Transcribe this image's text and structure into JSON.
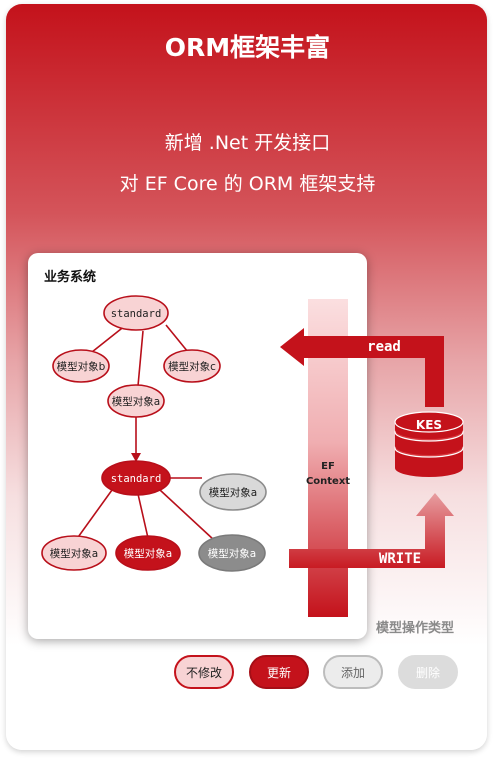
{
  "title": "ORM框架丰富",
  "subtitle_line1": "新增 .Net 开发接口",
  "subtitle_line2": "对 EF Core 的 ORM 框架支持",
  "panel_title": "业务系统",
  "tree": {
    "top_root": "standard",
    "model_b": "模型对象b",
    "model_c": "模型对象c",
    "model_a_mid": "模型对象a",
    "bottom_root": "standard",
    "gray_right": "模型对象a",
    "bottom_left": "模型对象a",
    "bottom_red": "模型对象a",
    "bottom_gray": "模型对象a"
  },
  "ef_context_line1": "EF",
  "ef_context_line2": "Context",
  "read_label": "read",
  "write_label": "WRITE",
  "kes_label": "KES",
  "legend": {
    "title": "模型操作类型",
    "unchanged": "不修改",
    "update": "更新",
    "add": "添加",
    "delete": "删除"
  },
  "colors": {
    "brand_red": "#c4121b",
    "dark_red": "#b80f1a",
    "light_pink": "#f8d3d4",
    "gray": "#8c8c8c",
    "light_gray": "#d9d9d9"
  }
}
